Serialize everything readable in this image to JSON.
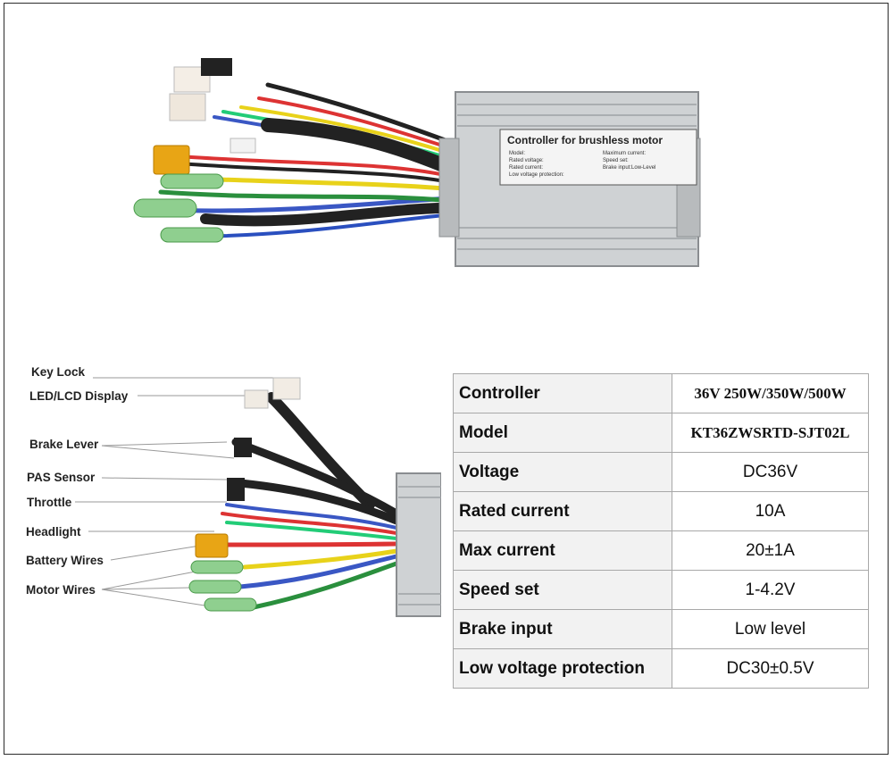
{
  "controller_label": {
    "title": "Controller for brushless motor",
    "rows_left": [
      "Model:",
      "Rated voltage:",
      "Rated current:",
      "Low voltage protection:"
    ],
    "rows_right": [
      "Maximum current:",
      "Speed set:",
      "Brake input:Low-Level"
    ]
  },
  "wiring": {
    "labels": [
      "Key Lock",
      "LED/LCD Display",
      "Brake Lever",
      "PAS Sensor",
      "Throttle",
      "Headlight",
      "Battery Wires",
      "Motor Wires"
    ]
  },
  "specs": [
    {
      "key": "Controller",
      "value": "36V 250W/350W/500W"
    },
    {
      "key": "Model",
      "value": "KT36ZWSRTD-SJT02L"
    },
    {
      "key": "Voltage",
      "value": "DC36V"
    },
    {
      "key": "Rated current",
      "value": "10A"
    },
    {
      "key": "Max current",
      "value": "20±1A"
    },
    {
      "key": "Speed set",
      "value": "1-4.2V"
    },
    {
      "key": "Brake input",
      "value": "Low level"
    },
    {
      "key": "Low voltage protection",
      "value": "DC30±0.5V"
    }
  ]
}
